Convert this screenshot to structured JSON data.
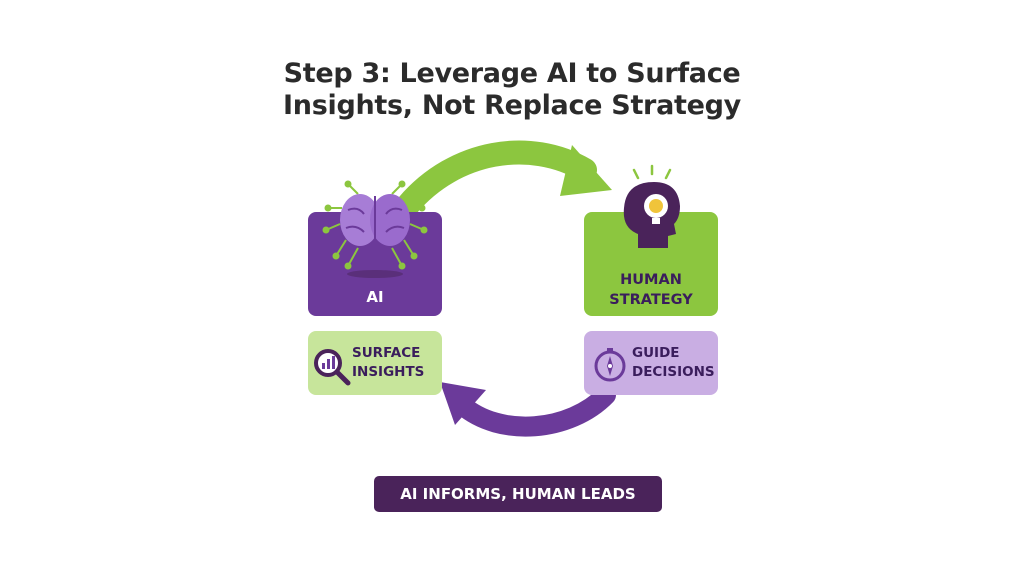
{
  "title": {
    "line1": "Step 3: Leverage AI to Surface",
    "line2": "Insights, Not Replace Strategy"
  },
  "nodes": {
    "ai": {
      "label": "AI",
      "icon": "brain-circuit-icon",
      "color": "#6b3a9a"
    },
    "human": {
      "label_line1": "HUMAN",
      "label_line2": "STRATEGY",
      "icon": "head-lightbulb-gear-icon",
      "color": "#8cc63f"
    },
    "surface": {
      "label_line1": "SURFACE",
      "label_line2": "INSIGHTS",
      "icon": "magnifier-chart-icon",
      "color": "#c7e59b"
    },
    "guide": {
      "label_line1": "GUIDE",
      "label_line2": "DECISIONS",
      "icon": "compass-icon",
      "color": "#c9aee3"
    }
  },
  "arrows": {
    "top": {
      "from": "AI",
      "to": "HUMAN STRATEGY",
      "color": "#8cc63f"
    },
    "bottom": {
      "from": "GUIDE DECISIONS",
      "to": "SURFACE INSIGHTS",
      "color": "#6b3a9a"
    }
  },
  "tagline": "AI INFORMS, HUMAN LEADS"
}
